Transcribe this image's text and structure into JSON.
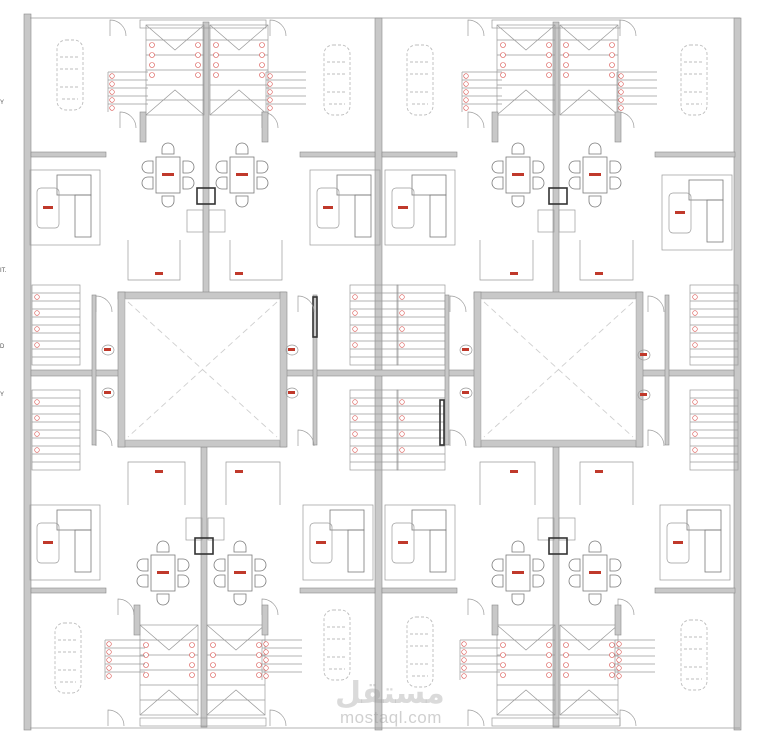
{
  "drawing": {
    "type": "architectural-floor-plan",
    "layout": "4 quadrants, each with 2 mirrored residential units (8 units total)",
    "colors": {
      "wall_fill": "#c8c8c8",
      "line": "#8a8a8a",
      "annotation_red": "#c0392b",
      "furniture": "#7a7a7a",
      "car_dashed": "#bdbdbd"
    }
  },
  "edge_fragments": [
    "Y",
    "IT.",
    "D",
    "Y"
  ],
  "quadrants": [
    {
      "name": "top-left",
      "rooms": [
        "garage",
        "stair-hall",
        "staircase",
        "dining",
        "living",
        "kitchen"
      ]
    },
    {
      "name": "top-right",
      "rooms": [
        "garage",
        "stair-hall",
        "staircase",
        "dining",
        "living",
        "kitchen"
      ]
    },
    {
      "name": "bottom-left",
      "rooms": [
        "garage",
        "stair-hall",
        "staircase",
        "dining",
        "living",
        "kitchen"
      ]
    },
    {
      "name": "bottom-right",
      "rooms": [
        "garage",
        "stair-hall",
        "staircase",
        "dining",
        "living",
        "kitchen"
      ]
    }
  ],
  "central_elements": [
    "courtyard-left",
    "courtyard-right",
    "bathrooms",
    "service-stairs"
  ],
  "watermark": {
    "arabic": "مستقل",
    "latin": "mostaql.com"
  }
}
